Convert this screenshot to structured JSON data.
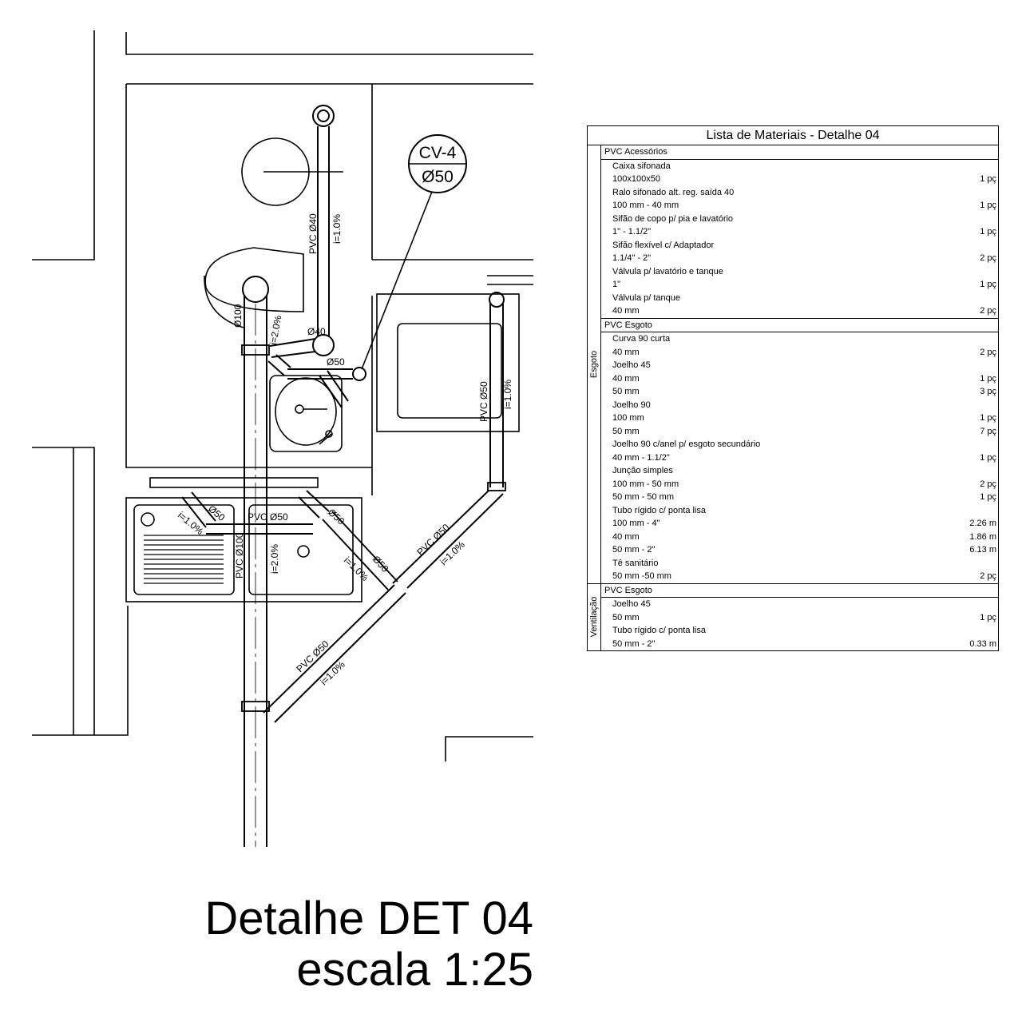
{
  "callout": {
    "code": "CV-4",
    "diameter": "Ø50"
  },
  "plan_labels": {
    "pipe_40": "PVC  Ø40",
    "slope_1": "i=1.0%",
    "pipe_100": "Ø100",
    "slope_2": "i=2.0%",
    "d50": "Ø50",
    "d40": "Ø40",
    "pipe_50": "PVC  Ø50",
    "pipe_100_full": "PVC  Ø100"
  },
  "materials_table": {
    "title": "Lista de Materiais - Detalhe 04",
    "groups": [
      {
        "side_label": "",
        "sections": [
          {
            "header": "PVC Acessórios",
            "rows": [
              {
                "item": "Caixa sifonada",
                "qty": ""
              },
              {
                "item": "100x100x50",
                "qty": "1 pç"
              },
              {
                "item": "Ralo sifonado alt. reg. saída  40",
                "qty": ""
              },
              {
                "item": "100 mm - 40 mm",
                "qty": "1 pç"
              },
              {
                "item": "Sifão de copo p/ pia e lavatório",
                "qty": ""
              },
              {
                "item": "1\" - 1.1/2\"",
                "qty": "1 pç"
              },
              {
                "item": "Sifão flexível c/ Adaptador",
                "qty": ""
              },
              {
                "item": "1.1/4\" - 2\"",
                "qty": "2 pç"
              },
              {
                "item": "Válvula p/ lavatório e tanque",
                "qty": ""
              },
              {
                "item": "1\"",
                "qty": "1 pç"
              },
              {
                "item": "Válvula p/ tanque",
                "qty": ""
              },
              {
                "item": "40 mm",
                "qty": "2 pç"
              }
            ]
          },
          {
            "header": "PVC Esgoto",
            "rows": [
              {
                "item": "Curva 90 curta",
                "qty": ""
              },
              {
                "item": "40 mm",
                "qty": "2 pç"
              },
              {
                "item": "Joelho 45",
                "qty": ""
              },
              {
                "item": "40 mm",
                "qty": "1 pç"
              },
              {
                "item": "50 mm",
                "qty": "3 pç"
              },
              {
                "item": "Joelho 90",
                "qty": ""
              },
              {
                "item": "100 mm",
                "qty": "1 pç"
              },
              {
                "item": "50 mm",
                "qty": "7 pç"
              },
              {
                "item": "Joelho 90 c/anel p/ esgoto secundário",
                "qty": ""
              },
              {
                "item": "40 mm - 1.1/2\"",
                "qty": "1 pç"
              },
              {
                "item": "Junção simples",
                "qty": ""
              },
              {
                "item": "100 mm - 50 mm",
                "qty": "2 pç"
              },
              {
                "item": "50 mm - 50 mm",
                "qty": "1 pç"
              },
              {
                "item": "Tubo rígido c/ ponta lisa",
                "qty": ""
              },
              {
                "item": "100 mm - 4\"",
                "qty": "2.26 m"
              },
              {
                "item": "40 mm",
                "qty": "1.86 m"
              },
              {
                "item": "50 mm - 2\"",
                "qty": "6.13 m"
              },
              {
                "item": "Tê sanitário",
                "qty": ""
              },
              {
                "item": "50 mm -50 mm",
                "qty": "2 pç"
              }
            ]
          }
        ],
        "esgoto_label": "Esgoto"
      },
      {
        "side_label": "Ventilação",
        "sections": [
          {
            "header": "PVC Esgoto",
            "rows": [
              {
                "item": "Joelho 45",
                "qty": ""
              },
              {
                "item": "50 mm",
                "qty": "1 pç"
              },
              {
                "item": "Tubo rígido c/ ponta lisa",
                "qty": ""
              },
              {
                "item": "50 mm - 2\"",
                "qty": "0.33 m"
              }
            ]
          }
        ]
      }
    ]
  },
  "title_block": {
    "title": "Detalhe DET 04",
    "scale": "escala 1:25"
  }
}
